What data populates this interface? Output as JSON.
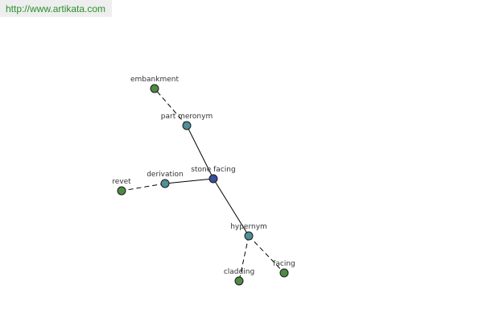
{
  "source_url": "http://www.artikata.com",
  "colors": {
    "center_node": "#3a4f9a",
    "relation_node": "#4f8f96",
    "term_node": "#4f8a45",
    "source_url_text": "#2a8f2a"
  },
  "graph": {
    "nodes": [
      {
        "id": "stone-facing",
        "label": "stone facing",
        "kind": "center"
      },
      {
        "id": "part-meronym",
        "label": "part meronym",
        "kind": "relation"
      },
      {
        "id": "derivation",
        "label": "derivation",
        "kind": "relation"
      },
      {
        "id": "hypernym",
        "label": "hypernym",
        "kind": "relation"
      },
      {
        "id": "embankment",
        "label": "embankment",
        "kind": "term"
      },
      {
        "id": "revet",
        "label": "revet",
        "kind": "term"
      },
      {
        "id": "cladding",
        "label": "cladding",
        "kind": "term"
      },
      {
        "id": "facing",
        "label": "facing",
        "kind": "term"
      }
    ],
    "edges": [
      {
        "from": "stone-facing",
        "to": "part-meronym",
        "style": "solid"
      },
      {
        "from": "stone-facing",
        "to": "derivation",
        "style": "solid"
      },
      {
        "from": "stone-facing",
        "to": "hypernym",
        "style": "solid"
      },
      {
        "from": "part-meronym",
        "to": "embankment",
        "style": "dashed"
      },
      {
        "from": "derivation",
        "to": "revet",
        "style": "dashed"
      },
      {
        "from": "hypernym",
        "to": "cladding",
        "style": "dashed"
      },
      {
        "from": "hypernym",
        "to": "facing",
        "style": "dashed"
      }
    ]
  }
}
